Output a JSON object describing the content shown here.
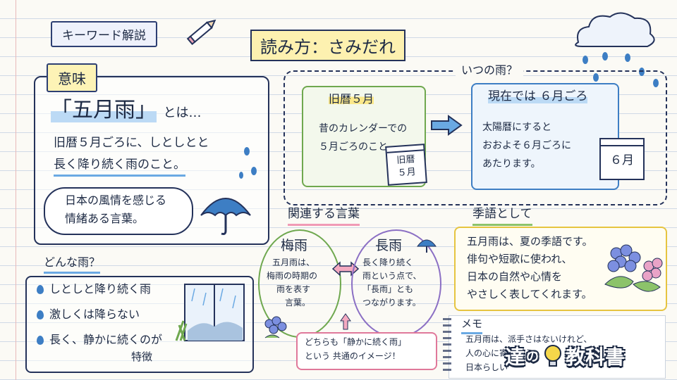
{
  "header": {
    "keyword_label": "キーワード解説",
    "reading": "読み方：さみだれ"
  },
  "meaning": {
    "label": "意味",
    "term": "「五月雨」",
    "term_suffix": "とは…",
    "line1": "旧暦５月ごろに、しとしとと",
    "line2": "長く降り続く雨のこと。",
    "bubble_line1": "日本の風情を感じる",
    "bubble_line2": "情緒ある言葉。"
  },
  "when": {
    "label": "いつの雨？",
    "old_title": "旧暦５月",
    "old_line1": "昔のカレンダーでの",
    "old_line2": "５月ごろのこと。",
    "old_calendar_line1": "旧暦",
    "old_calendar_line2": "５月",
    "now_title": "現在では ６月ごろ",
    "now_line1": "太陽暦にすると",
    "now_line2": "おおよそ６月ごろに",
    "now_line3": "あたります。",
    "now_calendar": "６月"
  },
  "related": {
    "label": "関連する言葉",
    "tsuyu_title": "梅雨",
    "tsuyu_line1": "五月雨は、",
    "tsuyu_line2": "梅雨の時期の",
    "tsuyu_line3": "雨を表す",
    "tsuyu_line4": "言葉。",
    "nagaame_title": "長雨",
    "nagaame_line1": "長く降り続く",
    "nagaame_line2": "雨という点で、",
    "nagaame_line3": "「長雨」とも",
    "nagaame_line4": "つながります。",
    "common_line1": "どちらも「静かに続く雨」",
    "common_line2": "という 共通のイメージ！"
  },
  "kigo": {
    "label": "季語として",
    "line1": "五月雨は、夏の季語です。",
    "line2": "俳句や短歌に使われ、",
    "line3": "日本の自然や心情を",
    "line4": "やさしく表してくれます。"
  },
  "kind": {
    "label": "どんな雨？",
    "items": [
      "しとしと降り続く雨",
      "激しくは降らない",
      "長く、静かに続くのが"
    ],
    "item3_cont": "特徴"
  },
  "memo": {
    "label": "メモ",
    "line1": "五月雨は、派手さはないけれど、",
    "line2": "人の心に寄り添う",
    "line3": "日本らしい"
  },
  "brand": {
    "part1": "達",
    "part2": "の",
    "part3": "教科書"
  },
  "colors": {
    "navy": "#24325a",
    "green": "#6fa84f",
    "blue": "#3d7ec4",
    "pink": "#e0789a",
    "yellow": "#f5d74a"
  },
  "icons": [
    "pencil-icon",
    "cloud-icon",
    "umbrella-icon",
    "calendar-icon",
    "arrow-right-icon",
    "double-arrow-icon",
    "hydrangea-icon",
    "window-icon",
    "lightbulb-icon"
  ]
}
